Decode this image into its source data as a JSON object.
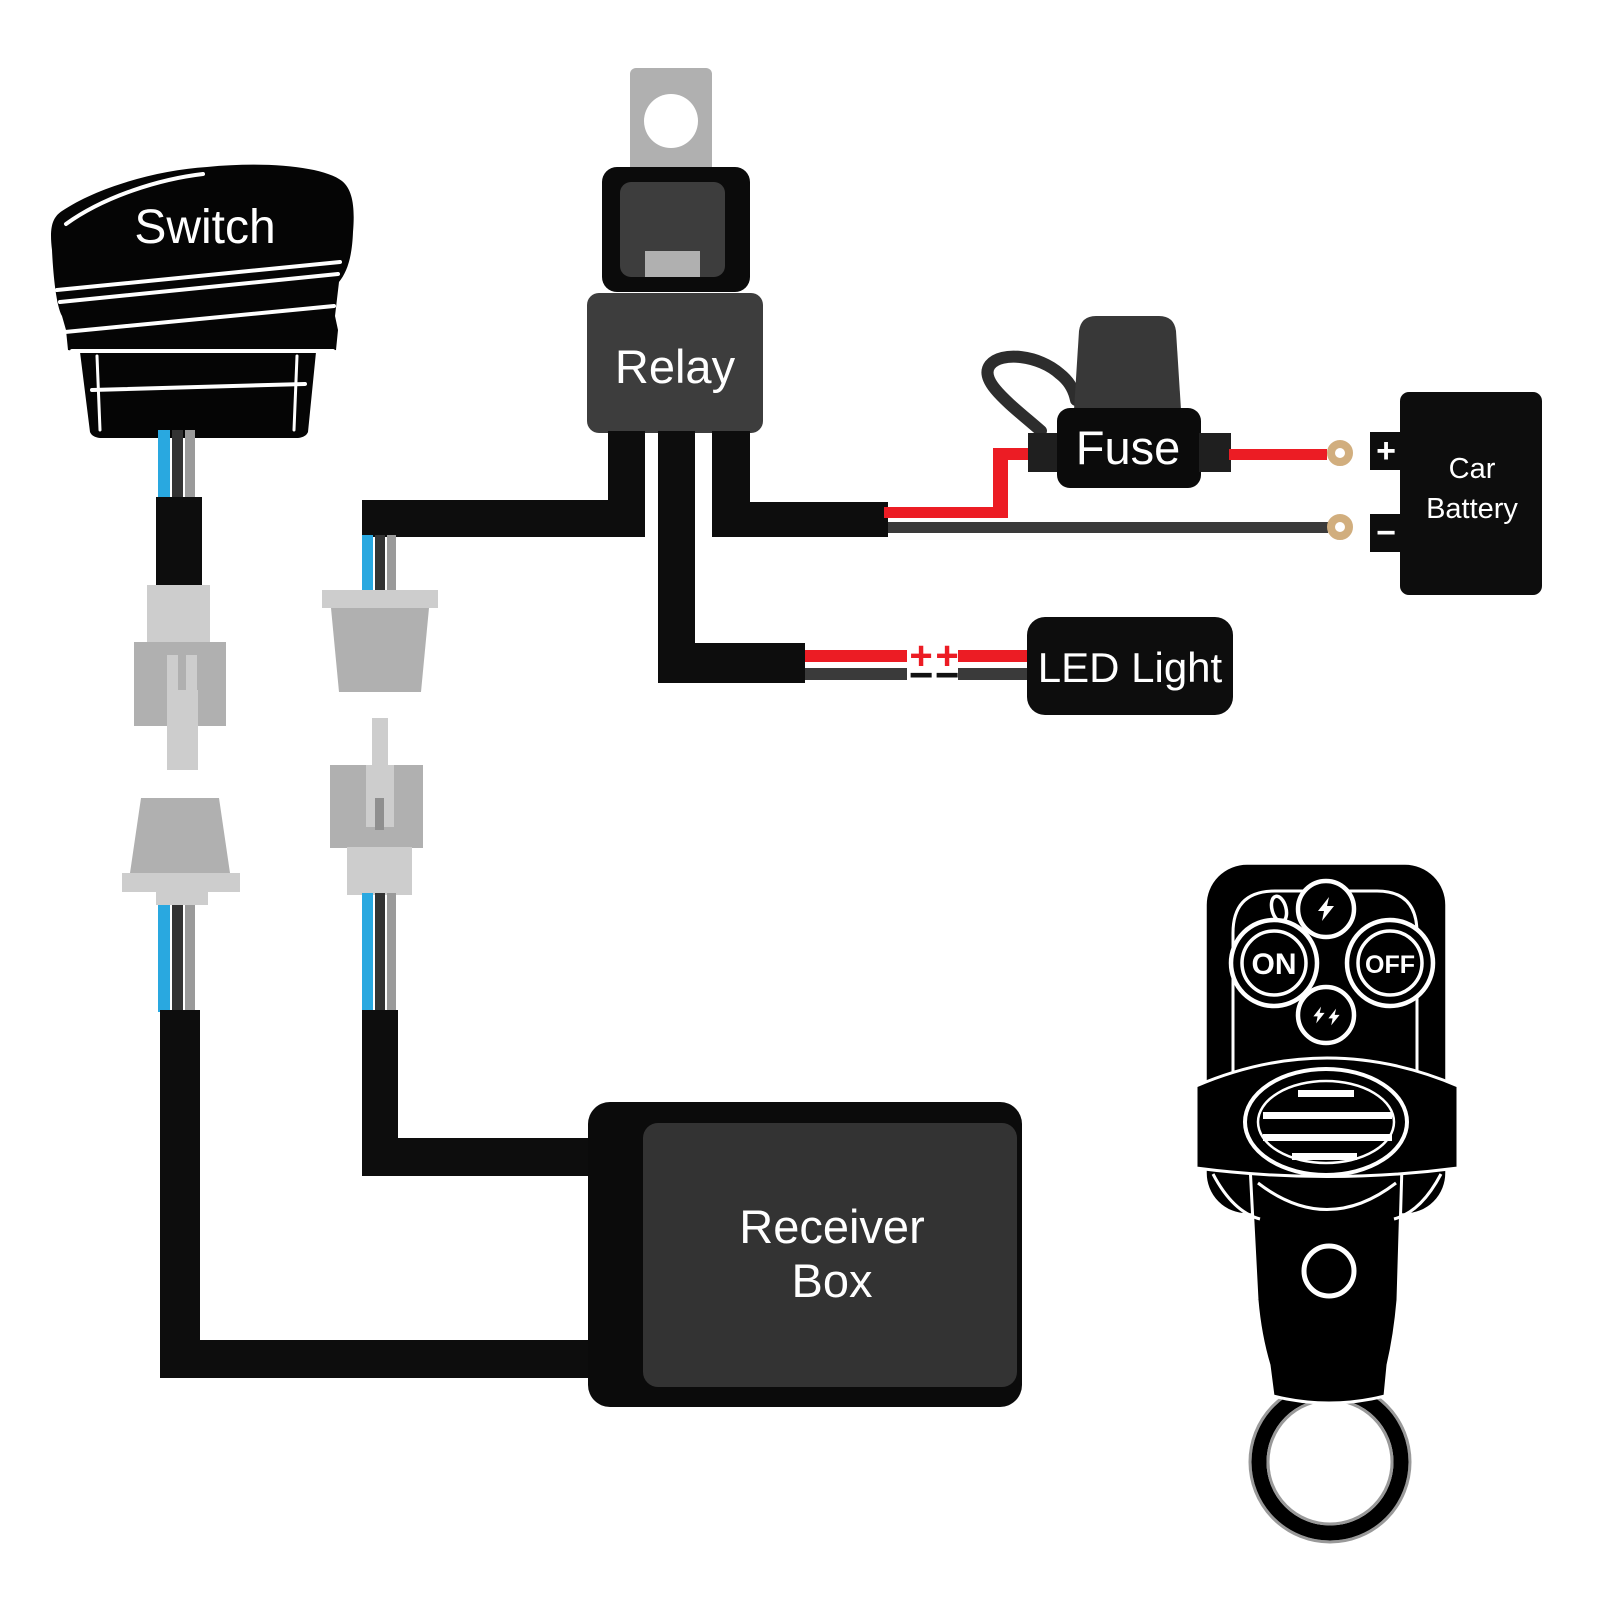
{
  "components": {
    "switch": {
      "label": "Switch"
    },
    "relay": {
      "label": "Relay"
    },
    "fuse": {
      "label": "Fuse"
    },
    "car_battery": {
      "label_line1": "Car",
      "label_line2": "Battery",
      "positive_mark": "+",
      "negative_mark": "−"
    },
    "led_light": {
      "label": "LED Light",
      "plus_marks": [
        "+",
        "+"
      ],
      "minus_marks": [
        "−",
        "−"
      ]
    },
    "receiver_box": {
      "label_line1": "Receiver",
      "label_line2": "Box"
    },
    "remote": {
      "on_button": "ON",
      "off_button": "OFF"
    }
  },
  "colors": {
    "background": "#ffffff",
    "wire_black": "#0d0d0d",
    "wire_red": "#ec1c24",
    "wire_dark_gray": "#3a3a3a",
    "stripe_blue": "#29a8e0",
    "stripe_dark": "#333333",
    "stripe_gray": "#9a9a9a",
    "connector_gray": "#b0b0b0",
    "connector_light": "#cdcdcd",
    "component_dark": "#3d3d3d",
    "box_black": "#0d0d0d",
    "receiver_inner": "#333333",
    "ring_terminal_tan": "#d1ae7e",
    "label_white": "#ffffff"
  }
}
